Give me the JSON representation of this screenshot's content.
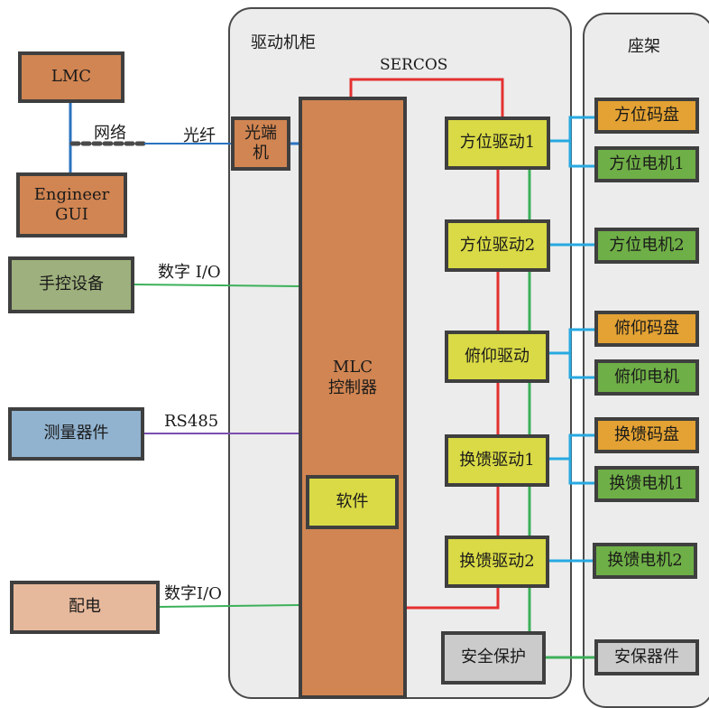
{
  "panels": {
    "cabinet_title": "驱动机柜",
    "mount_title": "座架"
  },
  "external": {
    "lmc": "LMC",
    "engineer_gui": "Engineer\nGUI",
    "hand_control": "手控设备",
    "measurement": "测量器件",
    "power": "配电"
  },
  "cabinet": {
    "optical_terminal": "光端\n机",
    "mlc_controller": "MLC\n控制器",
    "software": "软件",
    "az_drive1": "方位驱动1",
    "az_drive2": "方位驱动2",
    "el_drive": "俯仰驱动",
    "feed_drive1": "换馈驱动1",
    "feed_drive2": "换馈驱动2",
    "safety": "安全保护"
  },
  "mount": {
    "az_encoder": "方位码盘",
    "az_motor1": "方位电机1",
    "az_motor2": "方位电机2",
    "el_encoder": "俯仰码盘",
    "el_motor": "俯仰电机",
    "feed_encoder": "换馈码盘",
    "feed_motor1": "换馈电机1",
    "feed_motor2": "换馈电机2",
    "safety_devices": "安保器件"
  },
  "links": {
    "network": "网络",
    "fiber": "光纤",
    "sercos": "SERCOS",
    "digital_io_1": "数字 I/O",
    "rs485": "RS485",
    "digital_io_2": "数字I/O"
  },
  "colors": {
    "sercos_bus": "#e53030",
    "safety_bus": "#3cb05a",
    "network": "#2a73c0",
    "motor_link": "#27a9e1",
    "rs485": "#7a4fb0"
  }
}
